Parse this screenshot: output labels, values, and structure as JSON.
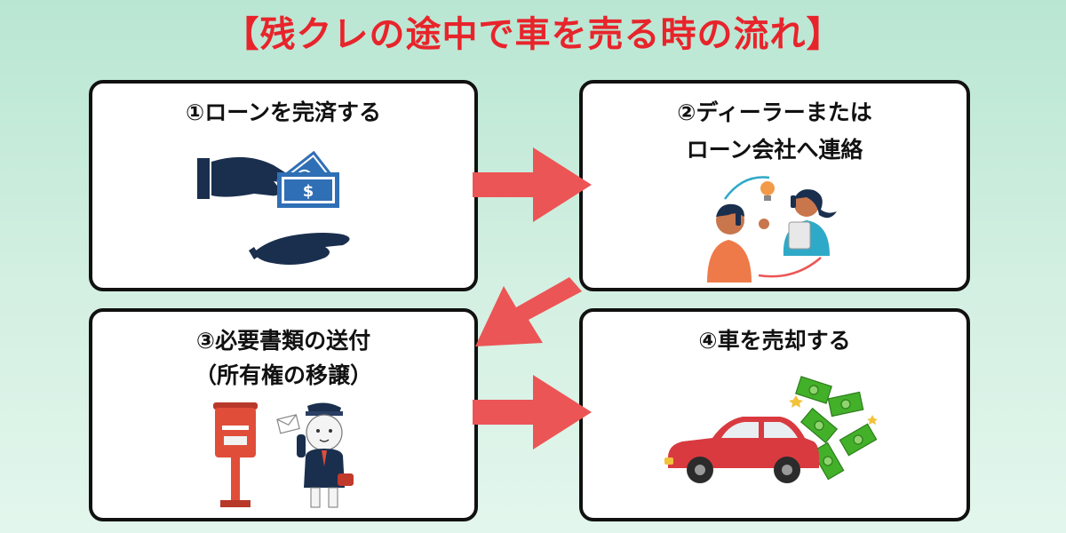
{
  "title": "【残クレの途中で車を売る時の流れ】",
  "steps": [
    {
      "label_lines": [
        "①ローンを完済する"
      ],
      "icon": "hand-paying-money-icon"
    },
    {
      "label_lines": [
        "②ディーラーまたは",
        "ローン会社へ連絡"
      ],
      "icon": "people-phone-call-icon"
    },
    {
      "label_lines": [
        "③必要書類の送付",
        "（所有権の移譲）"
      ],
      "icon": "mailbox-and-mail-carrier-icon"
    },
    {
      "label_lines": [
        "④車を売却する"
      ],
      "icon": "car-with-cash-icon"
    }
  ],
  "colors": {
    "title": "#e8242b",
    "arrow": "#ec5555",
    "navy": "#1a2f4e",
    "bill": "#2f6fb5",
    "cash": "#43b02a",
    "car": "#d83a3f",
    "postbox": "#e04e3a",
    "skin": "#ee7a4a",
    "teal": "#2fa9c8"
  }
}
